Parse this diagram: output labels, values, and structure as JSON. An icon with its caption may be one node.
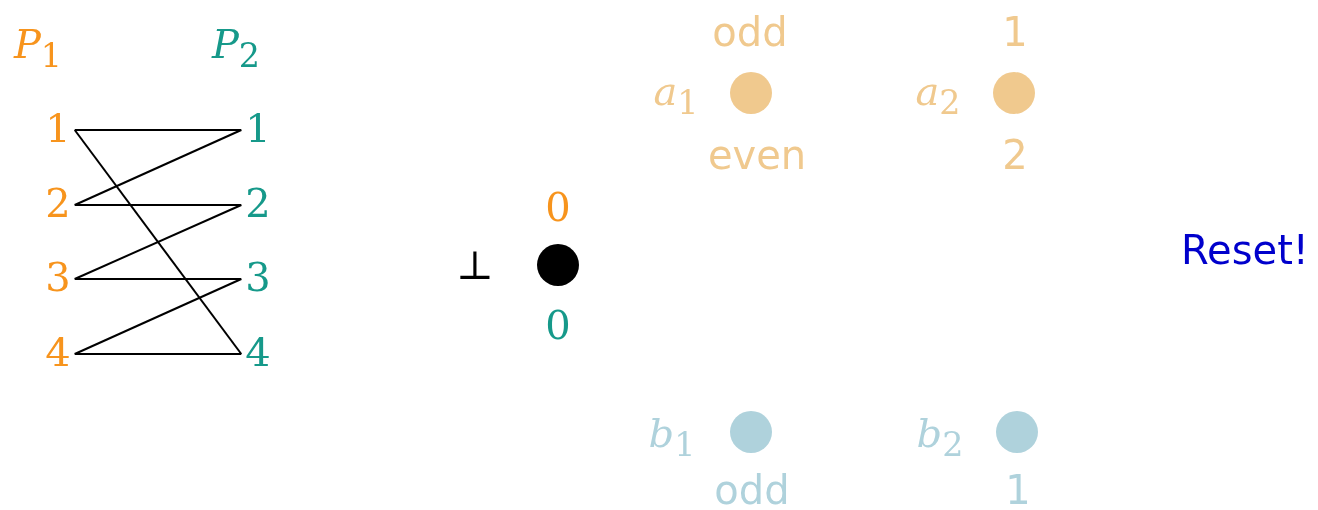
{
  "diagram": {
    "nodes": [
      {
        "text": [
          "1"
        ]
      },
      {
        "text": [
          "2"
        ]
      },
      {
        "text": [
          "3"
        ]
      },
      {
        "text": [
          "4"
        ]
      },
      {
        "text": [
          "1"
        ]
      },
      {
        "text": [
          "2"
        ]
      },
      {
        "text": [
          "3"
        ]
      },
      {
        "text": [
          "4"
        ]
      },
      {
        "text": [],
        "shape": "circle",
        "beside": [
          "⊥",
          "0",
          "0"
        ]
      },
      {
        "text": [],
        "shape": "circle",
        "beside": [
          "*a*$_{1}$",
          "odd",
          "even"
        ]
      },
      {
        "text": [],
        "shape": "circle",
        "beside": [
          "*a*$_{2}$",
          "1",
          "2"
        ]
      },
      {
        "text": [],
        "shape": "circle",
        "beside": [
          "*b*$_{1}$",
          "odd"
        ]
      },
      {
        "text": [],
        "shape": "circle",
        "beside": [
          "*b*$_{2}$",
          "1"
        ]
      }
    ],
    "edges": [
      {
        "from": 0,
        "to": 4,
        "arrow": "none"
      },
      {
        "from": 4,
        "to": 1,
        "arrow": "none"
      },
      {
        "from": 1,
        "to": 5,
        "arrow": "none"
      },
      {
        "from": 5,
        "to": 2,
        "arrow": "none"
      },
      {
        "from": 2,
        "to": 6,
        "arrow": "none"
      },
      {
        "from": 6,
        "to": 3,
        "arrow": "none"
      },
      {
        "from": 3,
        "to": 7,
        "arrow": "none"
      },
      {
        "from": 7,
        "to": 0,
        "arrow": "none"
      }
    ],
    "labels": [
      "*P*$_{1}$",
      "*P*$_{2}$",
      "Reset!"
    ]
  }
}
